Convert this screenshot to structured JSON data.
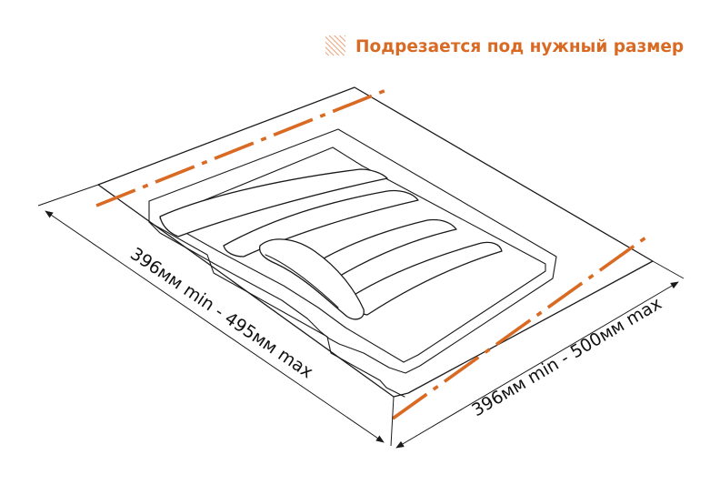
{
  "legend": {
    "label": "Подрезается под нужный размер",
    "color": "#d96a23",
    "swatch_icon": "hatched-square-icon"
  },
  "dimensions": {
    "length": "396мм min - 495мм max",
    "width": "396мм min - 500мм max"
  },
  "colors": {
    "outline": "#1a1a1a",
    "cut_line": "#d96a23",
    "hatch": "#e8a37a"
  }
}
